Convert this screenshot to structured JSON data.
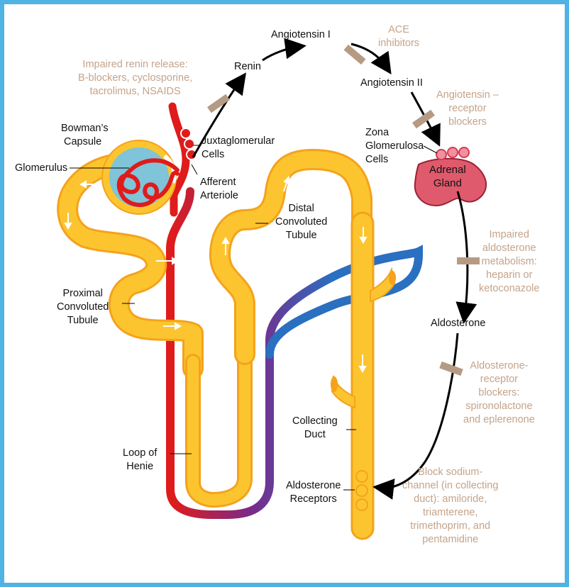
{
  "colors": {
    "frame": "#4fb3e3",
    "drug_text": "#c4a38a",
    "inhibitor_bar": "#b59a84",
    "tubule": "#fcc52f",
    "tubule_edge": "#f5a21c",
    "artery": "#e01b1b",
    "vein": "#2a6fc0",
    "capsule_fill": "#7fc4d8",
    "adrenal_gland": "#df5a6c",
    "adrenal_cells": "#f3909f"
  },
  "labels": {
    "bowmans_capsule": [
      "Bowman’s",
      "Capsule"
    ],
    "glomerulus": "Glomerulus",
    "juxtaglomerular_cells": [
      "Juxtaglomerular",
      "Cells"
    ],
    "afferent_arteriole": [
      "Afferent",
      "Arteriole"
    ],
    "proximal_tubule": [
      "Proximal",
      "Convoluted",
      "Tubule"
    ],
    "distal_tubule": [
      "Distal",
      "Convoluted",
      "Tubule"
    ],
    "loop_of_henle": [
      "Loop of",
      "Henie"
    ],
    "collecting_duct": [
      "Collecting",
      "Duct"
    ],
    "aldosterone_receptors": [
      "Aldosterone",
      "Receptors"
    ],
    "renin": "Renin",
    "angiotensin_1": "Angiotensin I",
    "angiotensin_2": "Angiotensin II",
    "zona_glomerulosa": [
      "Zona",
      "Glomerulosa",
      "Cells"
    ],
    "adrenal_gland": [
      "Adrenal",
      "Gland"
    ],
    "aldosterone": "Aldosterone"
  },
  "drugs": {
    "renin_release": [
      "Impaired renin release:",
      "B-blockers, cyclosporine,",
      "tacrolimus, NSAIDS"
    ],
    "ace": [
      "ACE",
      "inhibitors"
    ],
    "angiotensin_receptor": [
      "Angiotensin –",
      "receptor",
      "blockers"
    ],
    "aldosterone_metabolism": [
      "Impaired",
      "aldosterone",
      "metabolism:",
      "heparin or",
      "ketoconazole"
    ],
    "aldosterone_receptor": [
      "Aldosterone-",
      "receptor",
      "blockers:",
      "spironolactone",
      "and eplerenone"
    ],
    "sodium_channel": [
      "Block sodium-",
      "channel (in collecting",
      "duct): amiloride,",
      "triamterene,",
      "trimethoprim, and",
      "pentamidine"
    ]
  }
}
